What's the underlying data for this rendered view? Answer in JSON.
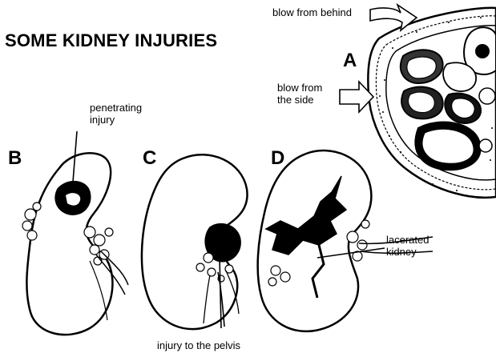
{
  "title": "SOME KIDNEY INJURIES",
  "panels": {
    "a": {
      "letter": "A"
    },
    "b": {
      "letter": "B"
    },
    "c": {
      "letter": "C"
    },
    "d": {
      "letter": "D"
    }
  },
  "labels": {
    "blow_from_behind": "blow from behind",
    "blow_from_side_line1": "blow from",
    "blow_from_side_line2": "the side",
    "penetrating_line1": "penetrating",
    "penetrating_line2": "injury",
    "lacerated_line1": "lacerated",
    "lacerated_line2": "kidney",
    "injury_pelvis": "injury to the pelvis"
  }
}
